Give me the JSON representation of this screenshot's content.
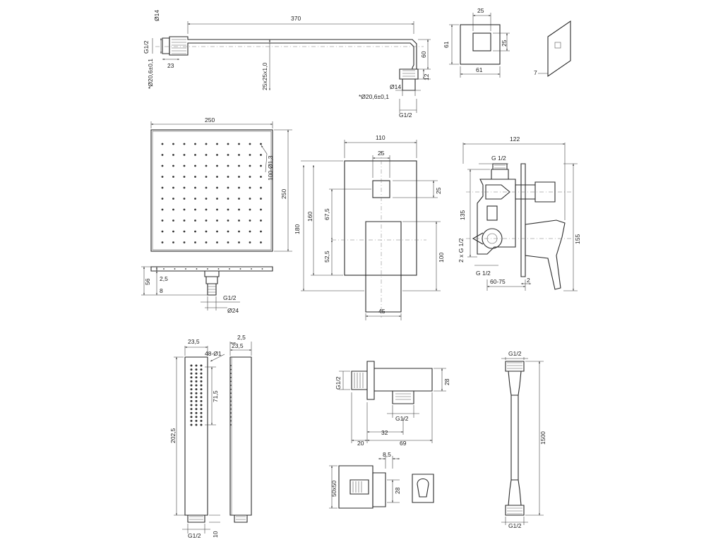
{
  "labels": {
    "arm_total_len": "370",
    "arm_dia_top": "Ø14",
    "arm_thread_left": "G1/2",
    "arm_thread_len": "23",
    "arm_dia_tol_left": "*Ø20,6±0,1",
    "arm_section": "25x25x1,0",
    "arm_drop": "60",
    "arm_drop_end": "12",
    "arm_dia_end": "Ø14",
    "arm_dia_tol_end": "*Ø20,6±0,1",
    "arm_thread_end": "G1/2",
    "flange_w": "61",
    "flange_inner": "25",
    "flange_h": "61",
    "flange_inner_v": "25",
    "flange_depth": "7",
    "head_w": "250",
    "head_h": "250",
    "head_nozzle": "100-Ø1,3",
    "head_side_total": "56",
    "head_side_thk": "2,5",
    "head_side_body": "8",
    "head_thread": "G1/2",
    "head_dia": "Ø24",
    "plate_w": "110",
    "plate_knob": "25",
    "plate_knob_v": "25",
    "plate_h": "180",
    "plate_mid": "160",
    "plate_upper": "67,5",
    "plate_lower": "52,5",
    "plate_lever": "100",
    "plate_lever_w": "45",
    "valve_w": "122",
    "valve_thread_top": "G 1/2",
    "valve_h": "135",
    "valve_side": "2 x G 1/2",
    "valve_thread_bottom": "G 1/2",
    "valve_depth_range": "60-75",
    "valve_cover": "2",
    "valve_total": "155",
    "hand_w": "23,5",
    "hand_holes": "48-Ø1",
    "hand_pattern": "71,5",
    "hand_len": "202,5",
    "hand_thread": "G1/2",
    "hand_end": "10",
    "hand_side_thk": "2,5",
    "hand_side_w": "23,5",
    "elbow_thread_in": "G1/2",
    "elbow_h": "28",
    "elbow_off": "32",
    "elbow_thread_out": "G1/2",
    "elbow_left": "20",
    "elbow_len": "69",
    "holder_plate": "50x50",
    "holder_h": "28",
    "holder_off": "8,5",
    "hose_thread_top": "G1/2",
    "hose_len": "1500",
    "hose_thread_bottom": "G1/2"
  }
}
